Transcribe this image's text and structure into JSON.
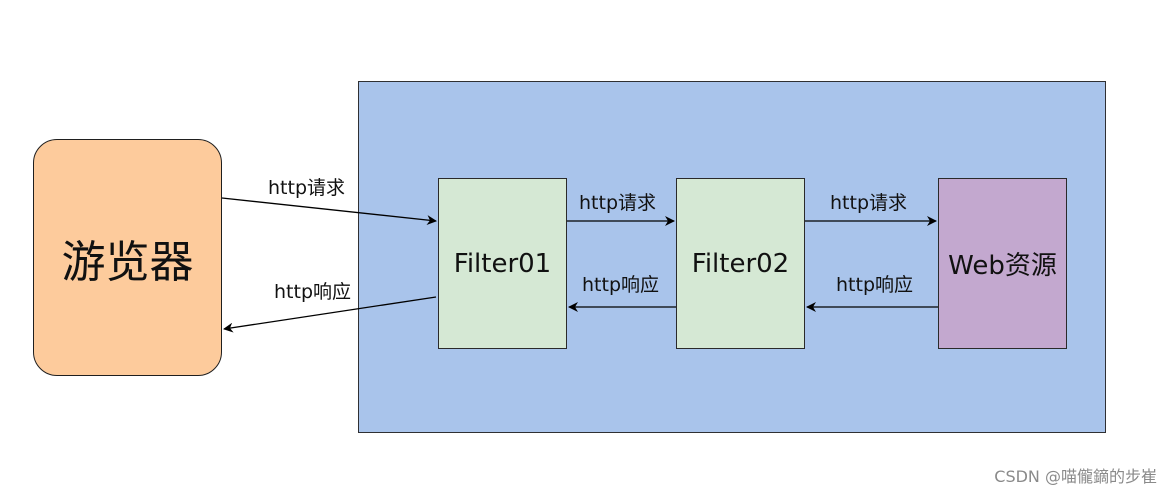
{
  "diagram": {
    "browser_label": "游览器",
    "filter1_label": "Filter01",
    "filter2_label": "Filter02",
    "web_label": "Web资源",
    "req_browser_filter1": "http请求",
    "resp_filter1_browser": "http响应",
    "req_filter1_filter2": "http请求",
    "resp_filter2_filter1": "http响应",
    "req_filter2_web": "http请求",
    "resp_web_filter2": "http响应"
  },
  "colors": {
    "container": "#a9c4eb",
    "browser": "#fdcb9c",
    "filter": "#d5e8d4",
    "web": "#c3a8cf"
  },
  "watermark": "CSDN @喵儱鏑的步崔"
}
